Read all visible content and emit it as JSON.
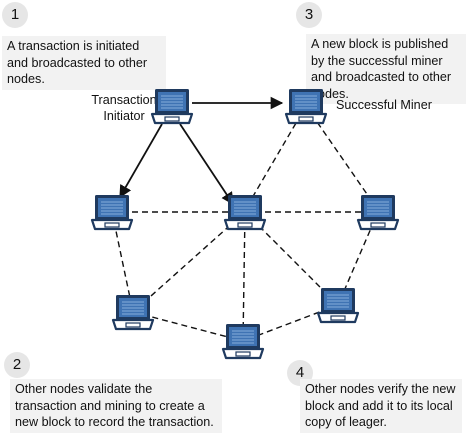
{
  "steps": [
    {
      "number": "1",
      "text": "A transaction is initiated and broadcasted to other nodes."
    },
    {
      "number": "2",
      "text": "Other nodes validate the transaction and mining to create a new block to record the transaction."
    },
    {
      "number": "3",
      "text": "A new block is published by the successful miner and broadcasted to other nodes."
    },
    {
      "number": "4",
      "text": "Other nodes verify the new block and add it to its local copy of leager."
    }
  ],
  "labels": {
    "initiator": "Transaction Initiator",
    "miner": "Successful Miner"
  },
  "colors": {
    "badge": "#e6e6e6",
    "text_box": "#f2f2f2",
    "laptop_frame": "#1f3a5f",
    "laptop_screen": "#3f73b3",
    "edge": "#111111"
  },
  "icons": {
    "node": "laptop-icon"
  }
}
